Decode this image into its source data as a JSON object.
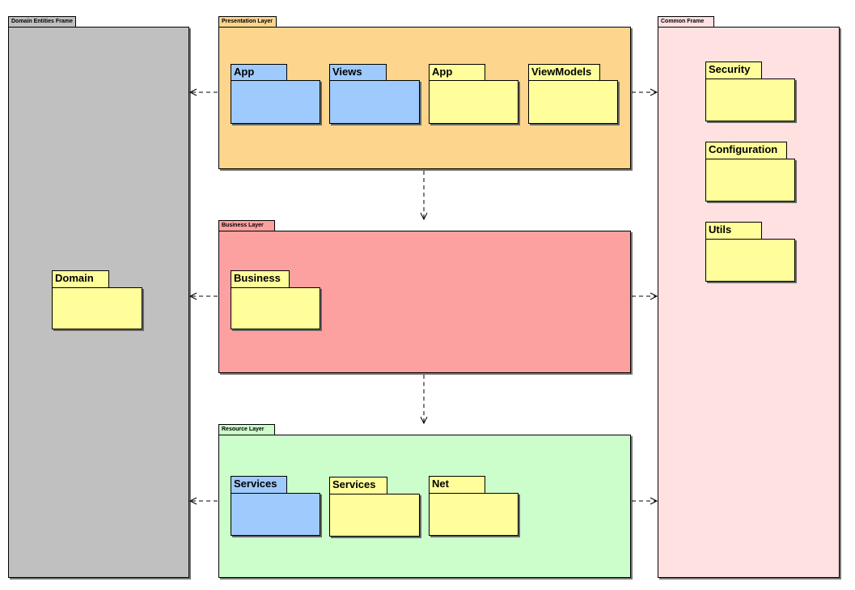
{
  "colors": {
    "domain_frame": "#c0c0c0",
    "presentation_frame": "#fdd58d",
    "business_frame": "#fda0a0",
    "resource_frame": "#ccfecc",
    "common_frame": "#ffe1e1",
    "package_yellow": "#fffe9a",
    "package_blue": "#9fcafd"
  },
  "frames": {
    "domain": {
      "title": "Domain Entities Frame"
    },
    "presentation": {
      "title": "Presentation Layer"
    },
    "business": {
      "title": "Business Layer"
    },
    "resource": {
      "title": "Resource Layer"
    },
    "common": {
      "title": "Common Frame"
    }
  },
  "packages": {
    "domain": "Domain",
    "presentation_app_ui": "App",
    "presentation_views": "Views",
    "presentation_app": "App",
    "presentation_viewmodels": "ViewModels",
    "business": "Business",
    "resource_services_ui": "Services",
    "resource_services": "Services",
    "resource_net": "Net",
    "common_security": "Security",
    "common_configuration": "Configuration",
    "common_utils": "Utils"
  }
}
